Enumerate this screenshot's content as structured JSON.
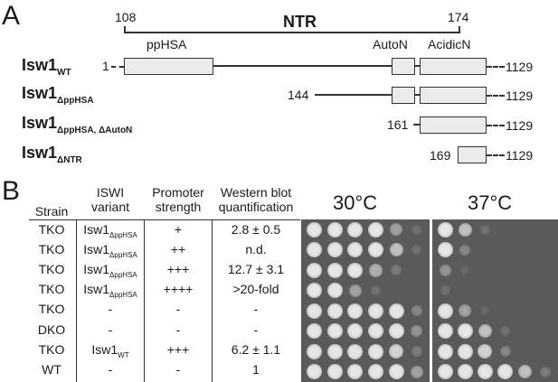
{
  "panel_a": {
    "letter": "A",
    "ntr": {
      "start": "108",
      "label": "NTR",
      "end": "174"
    },
    "domains": {
      "pphsa": "ppHSA",
      "auton": "AutoN",
      "acidicn": "AcidicN"
    },
    "constructs": [
      {
        "name": "Isw1",
        "sub": "WT",
        "start": "1",
        "end": "1129"
      },
      {
        "name": "Isw1",
        "sub": "ΔppHSA",
        "start": "144",
        "end": "1129"
      },
      {
        "name": "Isw1",
        "sub": "ΔppHSA, ΔAutoN",
        "start": "161",
        "end": "1129"
      },
      {
        "name": "Isw1",
        "sub": "ΔNTR",
        "start": "169",
        "end": "1129"
      }
    ]
  },
  "panel_b": {
    "letter": "B",
    "headers": {
      "strain": "Strain",
      "variant": [
        "ISWI",
        "variant"
      ],
      "promoter": [
        "Promoter",
        "strength"
      ],
      "western": [
        "Western blot",
        "quantification"
      ]
    },
    "rows": [
      {
        "strain": "TKO",
        "variant": "Isw1",
        "variant_sub": "ΔppHSA",
        "promoter": "+",
        "western": "2.8 ± 0.5"
      },
      {
        "strain": "TKO",
        "variant": "Isw1",
        "variant_sub": "ΔppHSA",
        "promoter": "++",
        "western": "n.d."
      },
      {
        "strain": "TKO",
        "variant": "Isw1",
        "variant_sub": "ΔppHSA",
        "promoter": "+++",
        "western": "12.7 ± 3.1"
      },
      {
        "strain": "TKO",
        "variant": "Isw1",
        "variant_sub": "ΔppHSA",
        "promoter": "++++",
        "western": ">20-fold"
      },
      {
        "strain": "TKO",
        "variant": "-",
        "variant_sub": "",
        "promoter": "-",
        "western": "-"
      },
      {
        "strain": "DKO",
        "variant": "-",
        "variant_sub": "",
        "promoter": "-",
        "western": "-"
      },
      {
        "strain": "TKO",
        "variant": "Isw1",
        "variant_sub": "WT",
        "promoter": "+++",
        "western": "6.2 ± 1.1"
      },
      {
        "strain": "WT",
        "variant": "-",
        "variant_sub": "",
        "promoter": "-",
        "western": "1"
      }
    ],
    "temps": [
      "30°C",
      "37°C"
    ],
    "growth_30": [
      [
        1,
        1,
        1,
        1,
        0.6,
        0.2
      ],
      [
        1,
        1,
        1,
        1,
        0.8,
        0.2
      ],
      [
        1,
        1,
        1,
        0.7,
        0.3,
        0
      ],
      [
        1,
        1,
        0.6,
        0.2,
        0,
        0
      ],
      [
        1,
        1,
        1,
        1,
        1,
        0.4
      ],
      [
        1,
        1,
        1,
        1,
        1,
        0.5
      ],
      [
        1,
        1,
        1,
        1,
        0.9,
        0.3
      ],
      [
        1,
        1,
        1,
        1,
        1,
        0.6
      ]
    ],
    "growth_37": [
      [
        1,
        0.8,
        0.2,
        0,
        0,
        0
      ],
      [
        1,
        0.4,
        0,
        0,
        0,
        0
      ],
      [
        0.5,
        0.1,
        0,
        0,
        0,
        0
      ],
      [
        0.2,
        0,
        0,
        0,
        0,
        0
      ],
      [
        1,
        0.6,
        0.1,
        0,
        0,
        0
      ],
      [
        1,
        1,
        0.8,
        0.2,
        0,
        0
      ],
      [
        1,
        1,
        0.9,
        0.4,
        0,
        0
      ],
      [
        1,
        1,
        1,
        1,
        0.8,
        0.3
      ]
    ]
  }
}
